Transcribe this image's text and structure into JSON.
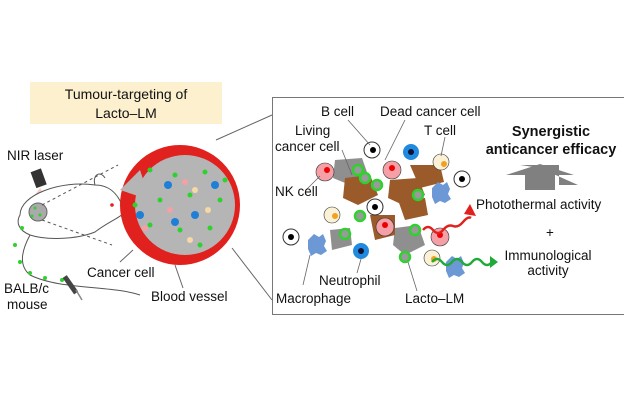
{
  "title": {
    "line1": "Tumour-targeting of",
    "line2": "Lacto–LM"
  },
  "left_labels": {
    "laser": "NIR laser",
    "mouse_line1": "BALB/c",
    "mouse_line2": "mouse",
    "cancer_cell": "Cancer cell",
    "blood_vessel": "Blood vessel"
  },
  "panel_labels": {
    "b_cell": "B cell",
    "dead_cancer_cell": "Dead cancer cell",
    "living_line1": "Living",
    "living_line2": "cancer cell",
    "t_cell": "T cell",
    "nk_cell": "NK cell",
    "neutrophil": "Neutrophil",
    "macrophage": "Macrophage",
    "lacto_lm": "Lacto–LM"
  },
  "outcome": {
    "heading_line1": "Synergistic",
    "heading_line2": "anticancer efficacy",
    "photothermal": "Photothermal activity",
    "plus": "+",
    "immuno_line1": "Immunological",
    "immuno_line2": "activity"
  },
  "colors": {
    "title_bg": "#fdf0cf",
    "vessel_red": "#e0211d",
    "cancer_gray": "#a9a9a9",
    "nanoparticle_green": "#2fd12f",
    "living_cell_brown": "#9b5a2a",
    "b_cell_blue": "#1f7fd6",
    "arrow_gray": "#808080"
  }
}
